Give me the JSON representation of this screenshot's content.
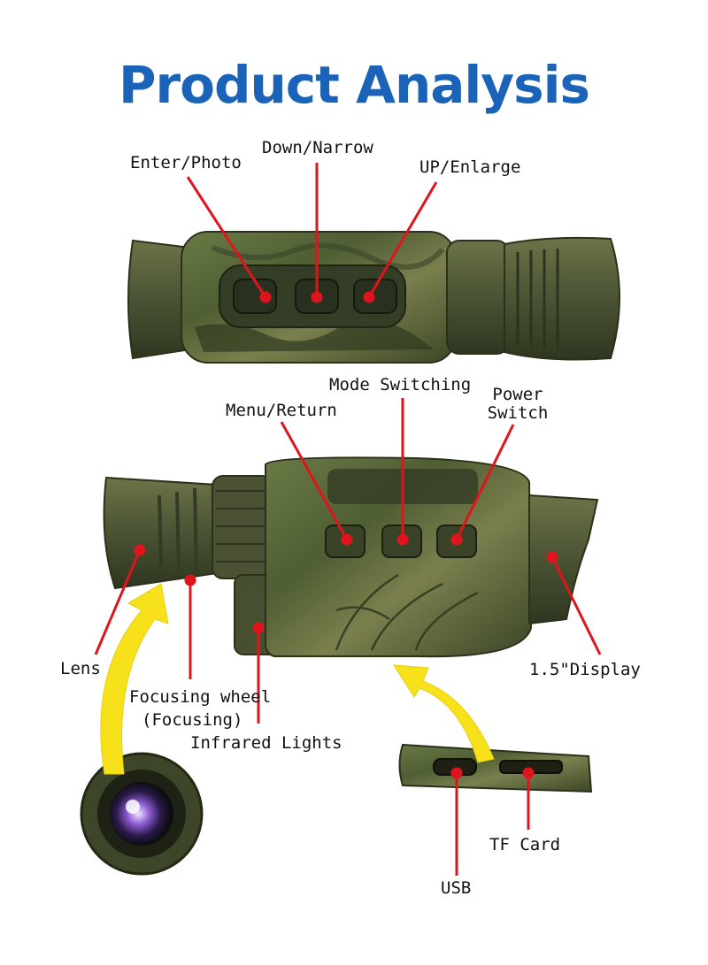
{
  "title": "Product Analysis",
  "colors": {
    "title": "#1a63b8",
    "leader": "#e0141c",
    "arrow": "#f7e11a",
    "body_dark": "#3e4a2c",
    "body_mid": "#5b6a3c"
  },
  "labels": {
    "enter_photo": "Enter/Photo",
    "down_narrow": "Down/Narrow",
    "up_enlarge": "UP/Enlarge",
    "mode_switching": "Mode Switching",
    "power_switch_1": "Power",
    "power_switch_2": "Switch",
    "menu_return": "Menu/Return",
    "lens": "Lens",
    "focusing_wheel_1": "Focusing wheel",
    "focusing_wheel_2": "(Focusing)",
    "infrared_lights": "Infrared Lights",
    "display": "1.5\"Display",
    "tf_card": "TF Card",
    "usb": "USB"
  }
}
